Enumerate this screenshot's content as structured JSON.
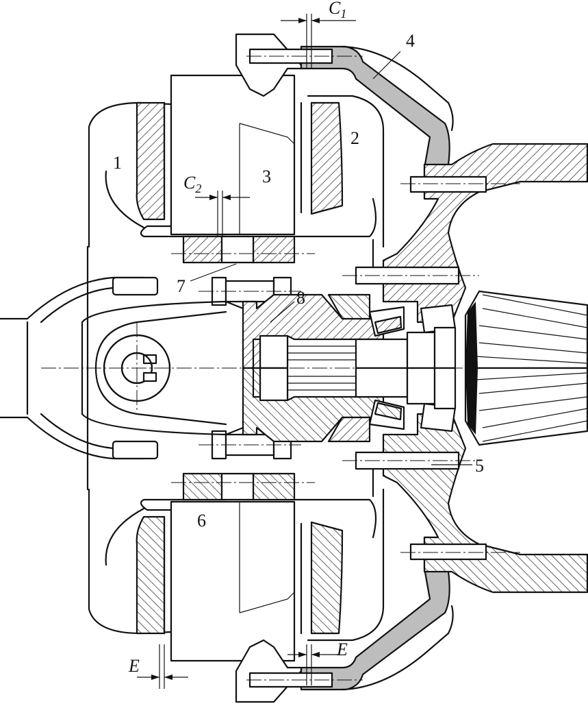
{
  "title": "Flexible coupling with rubber blocks - cross-section drawing",
  "labels": {
    "c1": {
      "letter": "C",
      "sub": "1"
    },
    "c2": {
      "letter": "C",
      "sub": "2"
    },
    "part1": "1",
    "part2": "2",
    "part3": "3",
    "part4": "4",
    "part5": "5",
    "part6": "6",
    "part7": "7",
    "part8": "8",
    "e_top": "E",
    "e_bottom": "E"
  },
  "colors": {
    "line": "#111111",
    "fill_gray": "#bdbdbd",
    "background": "#ffffff"
  }
}
